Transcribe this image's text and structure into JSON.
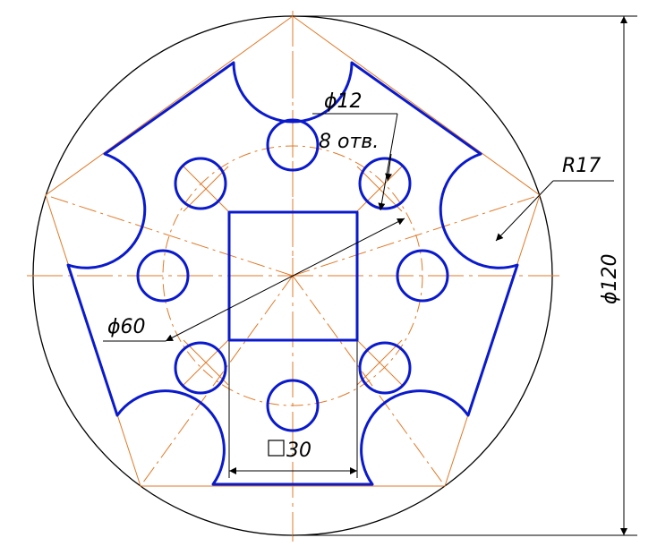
{
  "drawing": {
    "dimensions": {
      "hole_diameter": "ϕ12",
      "hole_count": "8 отв.",
      "notch_radius": "R17",
      "outer_diameter": "ϕ120",
      "bolt_circle_diameter": "ϕ60",
      "square_size": "30"
    },
    "colors": {
      "contour": "#0a1acc",
      "axis": "#e07a28",
      "thin": "#000000"
    }
  }
}
